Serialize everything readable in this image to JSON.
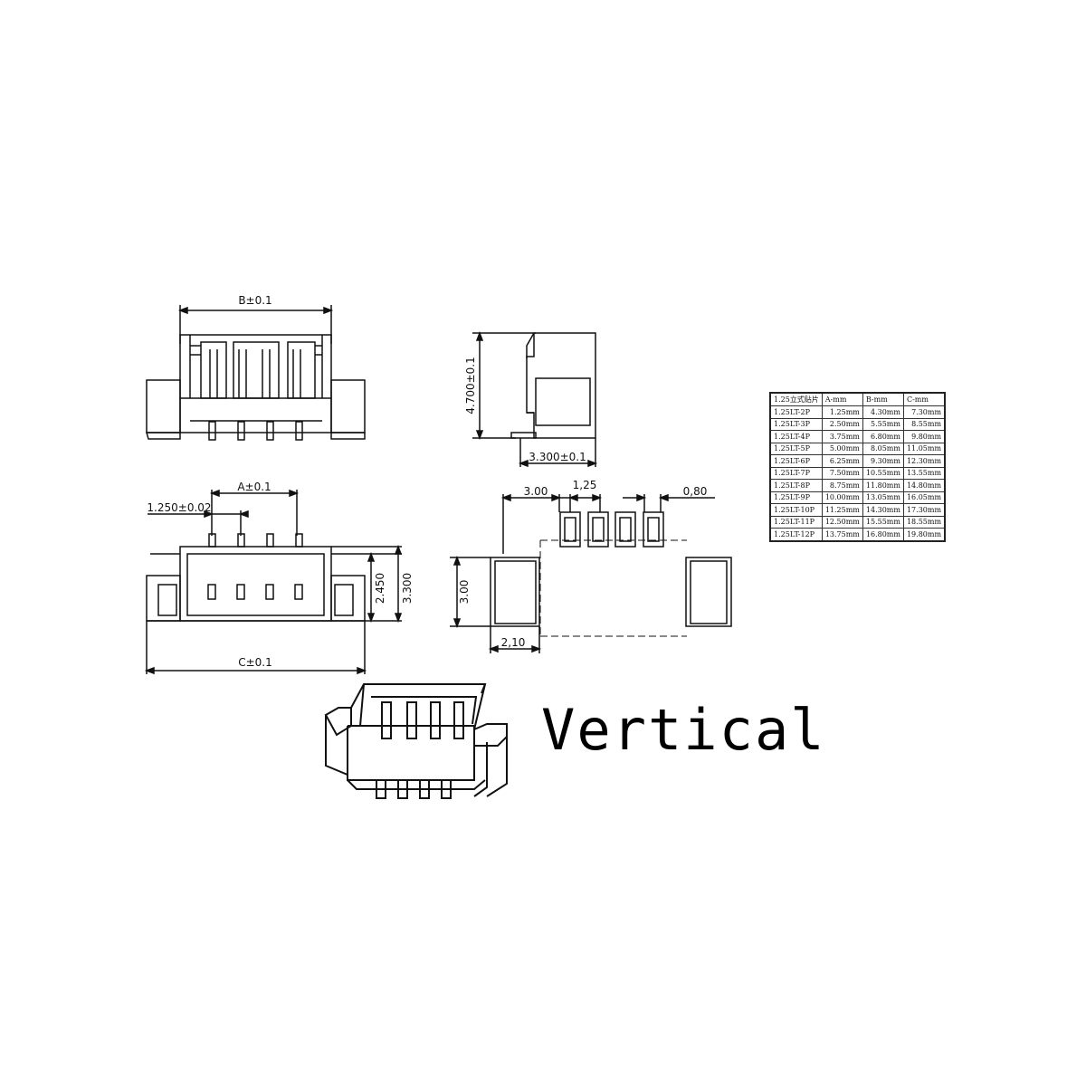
{
  "labels": {
    "b_dim": "B±0.1",
    "height_dim": "4.700±0.1",
    "depth_dim": "3.300±0.1",
    "a_dim": "A±0.1",
    "pitch_dim": "1.250±0.02",
    "h1_dim": "2.450",
    "h2_dim": "3.300",
    "c_dim": "C±0.1",
    "pad_offset": "3.00",
    "pad_pitch": "1,25",
    "pad_width": "0,80",
    "pad_height": "3.00",
    "pad_depth": "2,10",
    "caption": "Vertical"
  },
  "table": {
    "headers": [
      "1.25立式贴片",
      "A-mm",
      "B-mm",
      "C-mm"
    ],
    "rows": [
      [
        "1.25LT-2P",
        "1.25mm",
        "4.30mm",
        "7.30mm"
      ],
      [
        "1.25LT-3P",
        "2.50mm",
        "5.55mm",
        "8.55mm"
      ],
      [
        "1.25LT-4P",
        "3.75mm",
        "6.80mm",
        "9.80mm"
      ],
      [
        "1.25LT-5P",
        "5.00mm",
        "8.05mm",
        "11.05mm"
      ],
      [
        "1.25LT-6P",
        "6.25mm",
        "9.30mm",
        "12.30mm"
      ],
      [
        "1.25LT-7P",
        "7.50mm",
        "10.55mm",
        "13.55mm"
      ],
      [
        "1.25LT-8P",
        "8.75mm",
        "11.80mm",
        "14.80mm"
      ],
      [
        "1.25LT-9P",
        "10.00mm",
        "13.05mm",
        "16.05mm"
      ],
      [
        "1.25LT-10P",
        "11.25mm",
        "14.30mm",
        "17.30mm"
      ],
      [
        "1.25LT-11P",
        "12.50mm",
        "15.55mm",
        "18.55mm"
      ],
      [
        "1.25LT-12P",
        "13.75mm",
        "16.80mm",
        "19.80mm"
      ]
    ]
  }
}
